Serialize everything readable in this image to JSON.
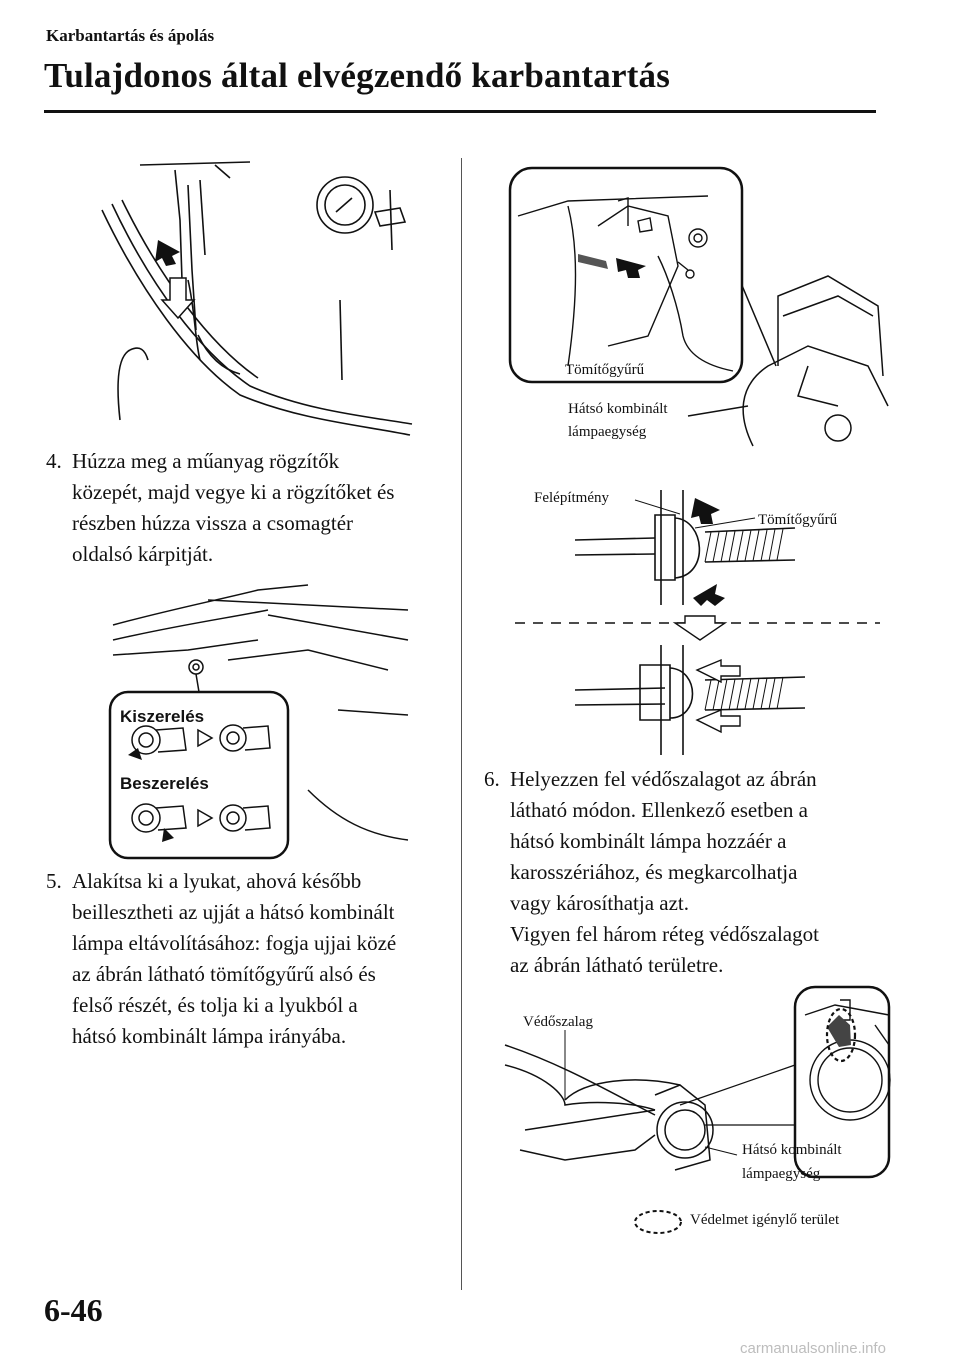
{
  "header": {
    "section": "Karbantartás és ápolás",
    "title": "Tulajdonos által elvégzendő karbantartás"
  },
  "steps": [
    {
      "num": "4.",
      "lines": [
        "Húzza meg a műanyag rögzítők",
        "közepét, majd vegye ki a rögzítőket és",
        "részben húzza vissza a csomagtér",
        "oldalsó kárpitját."
      ]
    },
    {
      "num": "5.",
      "lines": [
        "Alakítsa ki a lyukat, ahová később",
        "beillesztheti az ujját a hátsó kombinált",
        "lámpa eltávolításához: fogja ujjai közé",
        "az ábrán látható tömítőgyűrű alsó és",
        "felső részét, és tolja ki a lyukból a",
        "hátsó kombinált lámpa irányába."
      ]
    },
    {
      "num": "6.",
      "lines": [
        "Helyezzen fel védőszalagot az ábrán",
        "látható módon. Ellenkező esetben a",
        "hátsó kombinált lámpa hozzáér a",
        "karosszériához, és megkarcolhatja",
        "vagy károsíthatja azt.",
        "Vigyen fel három réteg védőszalagot",
        "az ábrán látható területre."
      ]
    }
  ],
  "figures": {
    "clip": {
      "remove": "Kiszerelés",
      "install": "Beszerelés"
    },
    "lamp": {
      "grommet": "Tömítőgyűrű",
      "lamp_unit_1": "Hátsó kombinált",
      "lamp_unit_2": "lámpaegység"
    },
    "grommet": {
      "body": "Felépítmény",
      "grommet": "Tömítőgyűrű"
    },
    "tape": {
      "tape": "Védőszalag",
      "lamp_unit_1": "Hátsó kombinált",
      "lamp_unit_2": "lámpaegység",
      "protect_area": "Védelmet igénylő terület"
    }
  },
  "footer": {
    "page": "6-46",
    "watermark": "carmanualsonline.info"
  }
}
